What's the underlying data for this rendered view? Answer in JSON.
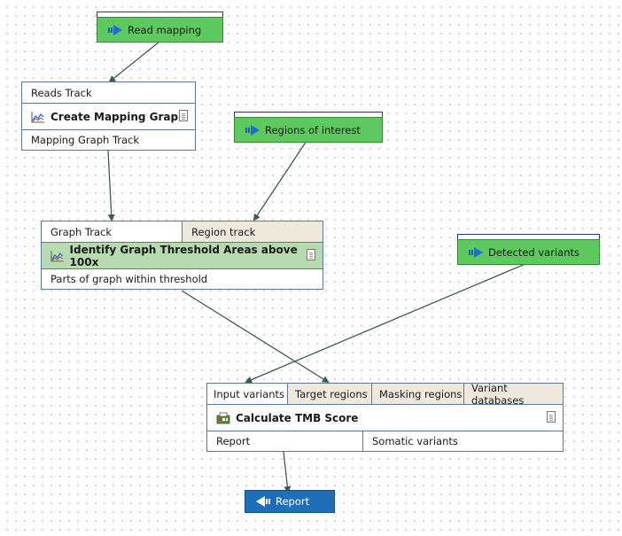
{
  "canvas": {
    "background": "#ffffff",
    "grid": "dotted"
  },
  "colors": {
    "input_fill": "#5ec95e",
    "output_fill": "#1f6fb8",
    "highlight_fill": "#b8dab0",
    "alt_port_fill": "#efe9dd",
    "border": "#5b76a8",
    "wire": "#3d5a4e"
  },
  "inputs": {
    "read_mapping": {
      "label": "Read mapping",
      "icon": "input-arrow-icon"
    },
    "regions_of_interest": {
      "label": "Regions of interest",
      "icon": "input-arrow-icon"
    },
    "detected_variants": {
      "label": "Detected variants",
      "icon": "input-arrow-icon"
    }
  },
  "tools": {
    "create_mapping_graph": {
      "title": "Create Mapping Graph",
      "inputs": [
        "Reads Track"
      ],
      "outputs": [
        "Mapping Graph Track"
      ],
      "icon": "graph-icon"
    },
    "identify_threshold": {
      "title": "Identify Graph Threshold Areas above 100x",
      "inputs": [
        "Graph Track",
        "Region track"
      ],
      "outputs": [
        "Parts of graph within threshold"
      ],
      "icon": "graph-icon"
    },
    "calculate_tmb": {
      "title": "Calculate TMB Score",
      "inputs": [
        "Input variants",
        "Target regions",
        "Masking regions",
        "Variant databases"
      ],
      "outputs": [
        "Report",
        "Somatic variants"
      ],
      "icon": "tmb-tool-icon"
    }
  },
  "outputs": {
    "report": {
      "label": "Report",
      "icon": "output-arrow-icon"
    }
  }
}
